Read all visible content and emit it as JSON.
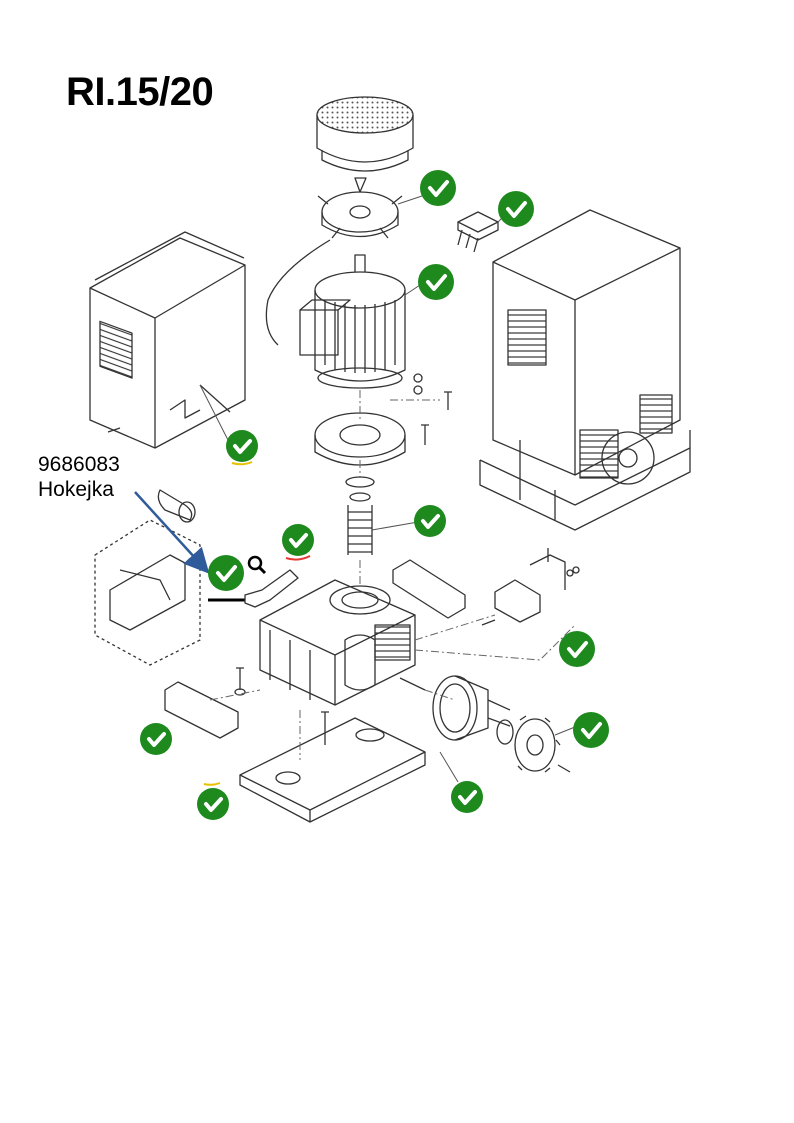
{
  "title": "RI.15/20",
  "callout": {
    "part_number": "9686083",
    "part_name": "Hokejka"
  },
  "colors": {
    "check_green": "#1e8a1e",
    "arrow_blue": "#2f5b9a",
    "line_gray": "#555555"
  },
  "icons": {
    "check": "check-circle-icon",
    "magnifier": "magnifier-icon"
  }
}
